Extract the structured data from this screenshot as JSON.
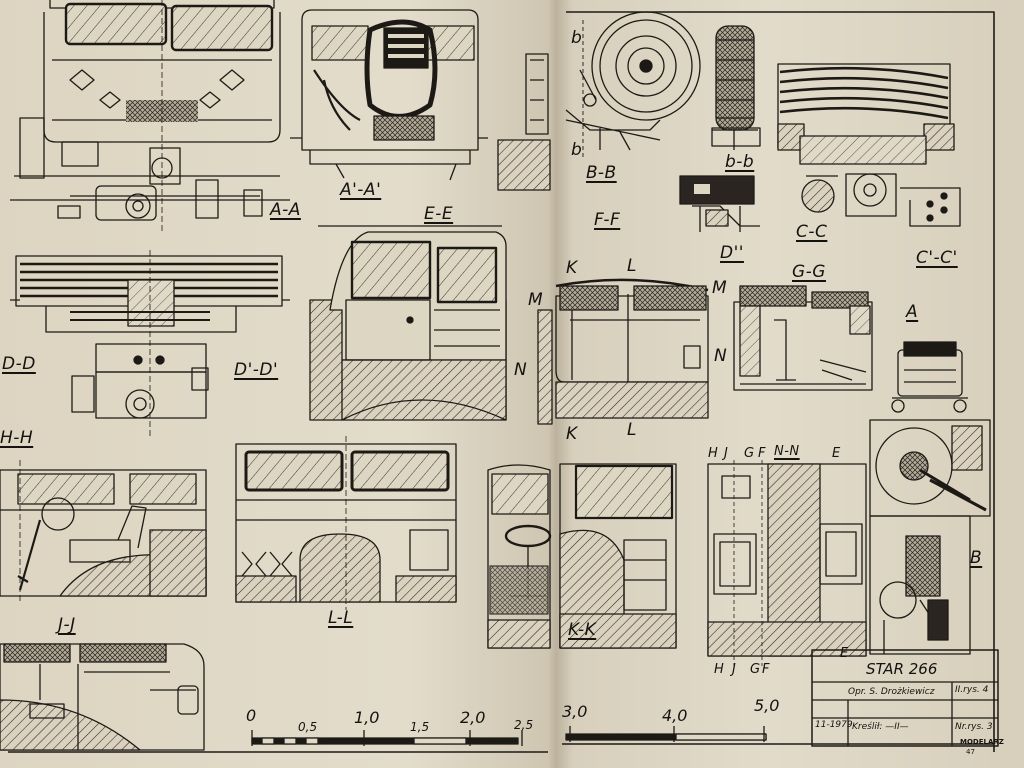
{
  "section_labels": {
    "a_a": "A-A",
    "a_a_prime": "A'-A'",
    "e_e": "E-E",
    "f_f": "F-F",
    "b_b_upper": "B-B",
    "b_b_lower": "b-b",
    "c_c": "C-C",
    "c_c_prime": "C'-C'",
    "d_double_prime": "D''",
    "g_g": "G-G",
    "d_d": "D-D",
    "d_d_prime": "D'-D'",
    "h_h": "H-H",
    "j_j": "J-J",
    "l_l": "L-L",
    "k_k": "K-K",
    "n_n": "N-N"
  },
  "markers": {
    "b_small": "b",
    "k": "K",
    "l": "L",
    "m": "M",
    "n": "N",
    "a": "A",
    "b": "B",
    "h": "H",
    "j": "J",
    "g": "G",
    "f": "F",
    "e": "E"
  },
  "title_block": {
    "title": "STAR 266",
    "author": "Opr. S. Drożkiewicz",
    "sheet": "II.rys. 4",
    "date": "11-1979",
    "drawn": "Kreślił: —II—",
    "number": "Nr.rys. 3"
  },
  "scale_bar": {
    "labels": [
      "0",
      "0,5",
      "1,0",
      "1,5",
      "2,0",
      "2,5",
      "3,0",
      "4,0",
      "5,0"
    ]
  },
  "footer": {
    "publisher": "MODELARZ",
    "page": "47"
  }
}
